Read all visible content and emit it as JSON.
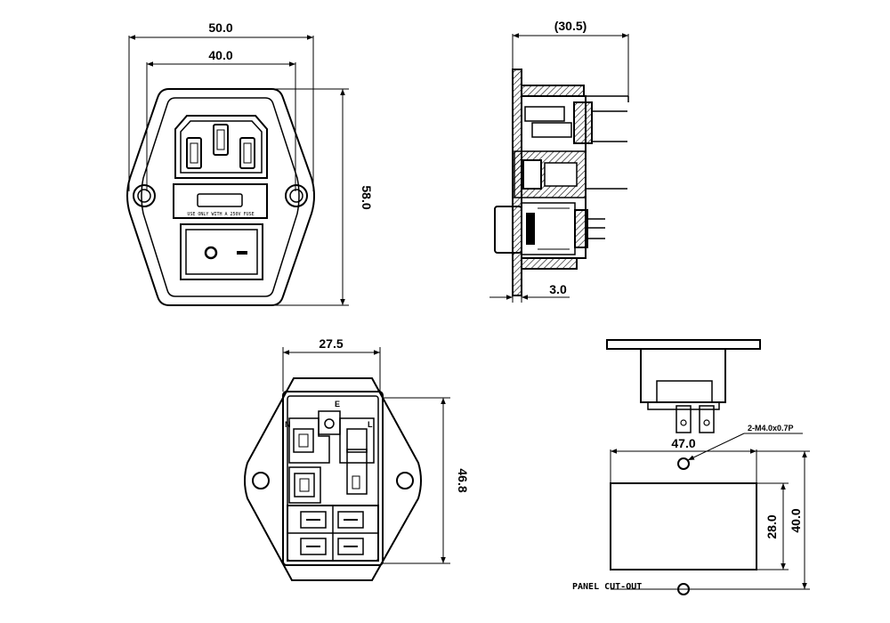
{
  "colors": {
    "ink": "#000000",
    "paper": "#ffffff",
    "shade": "#d9d9d9"
  },
  "front_view": {
    "dim_width_outer": "50.0",
    "dim_width_inner": "40.0",
    "dim_height": "58.0",
    "fuse_text": "USE ONLY WITH A 250V FUSE"
  },
  "side_view": {
    "dim_depth": "(30.5)",
    "dim_panel": "3.0"
  },
  "rear_view": {
    "dim_width": "27.5",
    "dim_height": "46.8",
    "label_earth": "E",
    "label_neutral": "N",
    "label_line": "L"
  },
  "cutout_view": {
    "dim_width": "47.0",
    "dim_height_outer": "40.0",
    "dim_height_inner": "28.0",
    "screw_spec": "2-M4.0x0.7P",
    "panel_label": "PANEL CUT-OUT"
  }
}
